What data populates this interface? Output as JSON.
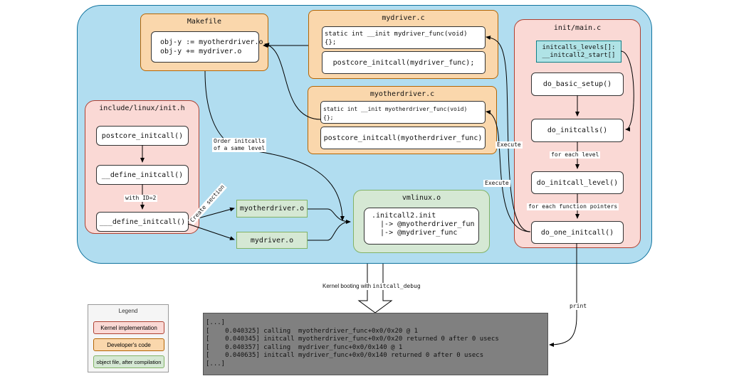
{
  "makefile": {
    "title": "Makefile",
    "lines": "obj-y := myotherdriver.o\nobj-y += mydriver.o"
  },
  "mydriver_c": {
    "title": "mydriver.c",
    "decl": "static int __init mydriver_func(void)\n{};",
    "call": "postcore_initcall(mydriver_func);"
  },
  "myotherdriver_c": {
    "title": "myotherdriver.c",
    "decl": "static int __init myotherdriver_func(void)\n{};",
    "call": "postcore_initcall(myotherdriver_func)"
  },
  "init_h": {
    "title": "include/linux/init.h",
    "box1": "postcore_initcall()",
    "box2": "__define_initcall()",
    "box3": "___define_initcall()",
    "edge_label": "with ID=2"
  },
  "objects": {
    "myotherdriver_o": "myotherdriver.o",
    "mydriver_o": "mydriver.o",
    "create_section_label": "Create section"
  },
  "vmlinux": {
    "title": "vmlinux.o",
    "content": ".initcall2.init\n  |-> @myotherdriver_fun\n  |-> @mydriver_func"
  },
  "init_main": {
    "title": "init/main.c",
    "levels": "initcalls_levels[]:\n__initcall2_start[]",
    "basic_setup": "do_basic_setup()",
    "initcalls": "do_initcalls()",
    "for_each_level": "for each level",
    "initcall_level": "do_initcall_level()",
    "for_each_fp": "for each function pointers",
    "one_initcall": "do_one_initcall()"
  },
  "edges": {
    "order_label": "Order initcalls\nof a same level",
    "execute1": "Execute",
    "execute2": "Execute",
    "boot_label_prefix": "Kernel booting with ",
    "boot_label_code": "initcall_debug",
    "print_label": "print"
  },
  "console": {
    "text": "[...]\n[    0.040325] calling  myotherdriver_func+0x0/0x20 @ 1\n[    0.040345] initcall myotherdriver_func+0x0/0x20 returned 0 after 0 usecs\n[    0.040357] calling  mydriver_func+0x0/0x140 @ 1\n[    0.040635] initcall mydriver_func+0x0/0x140 returned 0 after 0 usecs\n[...]"
  },
  "legend": {
    "title": "Legend",
    "kernel": "Kernel implementation",
    "developer": "Developer's code",
    "object": "object file, after compilation"
  },
  "colors": {
    "background_panel": "#b1ddf0",
    "orange": "#fad7ac",
    "pink": "#fad9d5",
    "green": "#d5e8d4",
    "teal": "#b0e3e6",
    "console": "#808080"
  }
}
